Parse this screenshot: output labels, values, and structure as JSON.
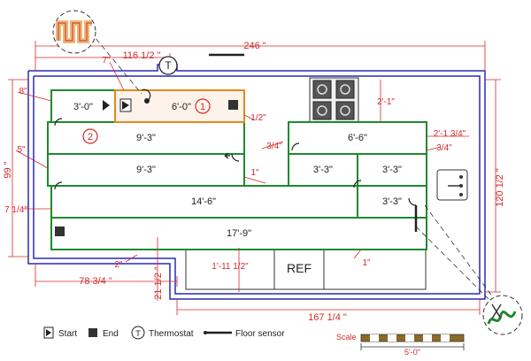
{
  "dimensions": {
    "top_overall": "246 \"",
    "top_partial": "116 1/2 \"",
    "left_overall": "99 \"",
    "right_overall": "120 1/2 \"",
    "bottom_left": "78 3/4 \"",
    "bottom_middle": "167 1/4 \"",
    "bottom_vertical": "21 1/2 \"",
    "small_7": "7\"",
    "small_8": "8\"",
    "small_5": "5\"",
    "small_7_14": "7 1/4\"",
    "small_half": "1/2\"",
    "small_2": "2\"",
    "small_1_a": "1\"",
    "small_1_b": "1\"",
    "small_34_a": "3/4\"",
    "small_34_b": "3/4\"",
    "small_2_1": "2'-1\"",
    "small_2_1_34": "2'-1 3/4\"",
    "cabinet": "1'-11 1/2\""
  },
  "zones": {
    "z1": "3'-0\"",
    "z2": "6'-0\"",
    "z3": "9'-3\"",
    "z4": "9'-3\"",
    "z5": "6'-6\"",
    "z6": "3'-3\"",
    "z7": "3'-3\"",
    "z8": "14'-6\"",
    "z9": "3'-3\"",
    "z10": "17'-9\""
  },
  "markers": {
    "circle1": "1",
    "circle2": "2"
  },
  "appliance": {
    "ref": "REF"
  },
  "thermostat_symbol": "T",
  "legend": {
    "start": "Start",
    "end": "End",
    "thermostat": "Thermostat",
    "thermostat_symbol": "T",
    "sensor": "Floor sensor"
  },
  "scale": {
    "label": "Scale",
    "value": "5'-0\""
  },
  "colors": {
    "walls": "#2a2ab5",
    "zones": "#1e8a2e",
    "highlight": "#e08a1e",
    "dimension": "#d42a2a"
  }
}
